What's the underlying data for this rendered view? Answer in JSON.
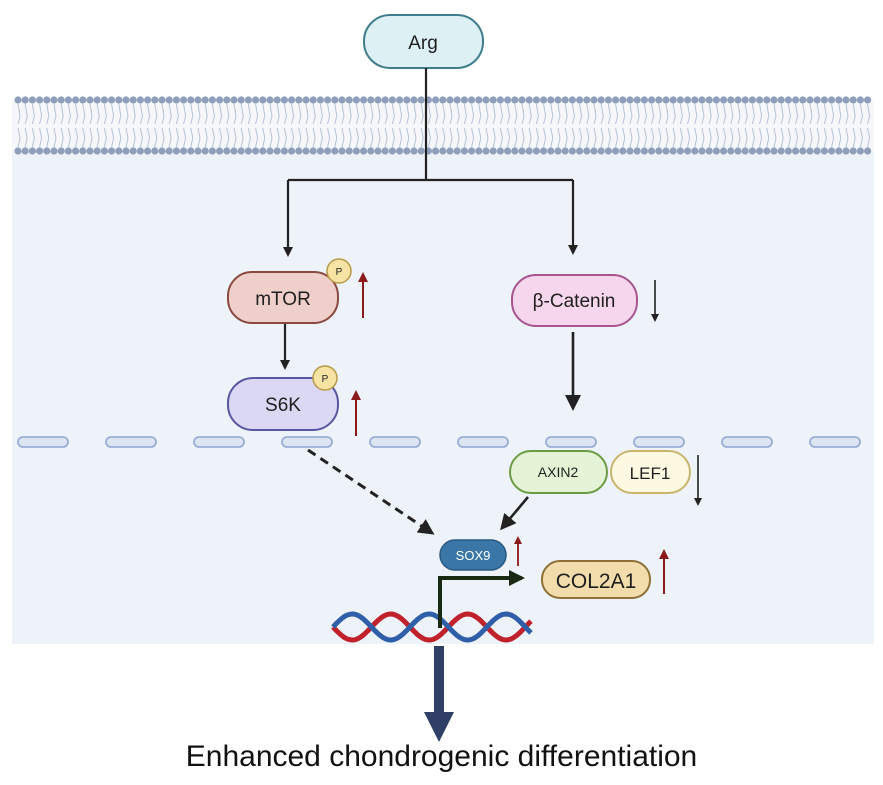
{
  "ligand": "Arg",
  "nodes": {
    "mtor": "mTOR",
    "s6k": "S6K",
    "beta_catenin": "β-Catenin",
    "axin2": "AXIN2",
    "lef1": "LEF1",
    "sox9": "SOX9",
    "col2a1": "COL2A1"
  },
  "phospho_label": "P",
  "regulation": {
    "mtor": "up",
    "s6k": "up",
    "beta_catenin": "down",
    "axin2_lef1": "down",
    "sox9": "up",
    "col2a1": "up"
  },
  "outcome": "Enhanced chondrogenic differentiation",
  "colors": {
    "cytoplasm": "#eef2f9",
    "membrane_head": "#8f9fbb",
    "arg_fill": "#ddf0f4",
    "arg_stroke": "#3f7d8c",
    "mtor_fill": "#eecfca",
    "mtor_stroke": "#8a4a40",
    "s6k_fill": "#dad8f2",
    "s6k_stroke": "#5a57a0",
    "catenin_fill": "#f6d6ec",
    "catenin_stroke": "#a65590",
    "axin2_fill": "#e4f3d6",
    "axin2_stroke": "#6c9b45",
    "lef1_fill": "#fdf8e2",
    "lef1_stroke": "#c9b56c",
    "sox9_fill": "#3b77a6",
    "col2a1_fill": "#f3dcab",
    "col2a1_stroke": "#8e7038",
    "phospho_fill": "#f7e3a4",
    "up_arrow": "#8b1a1a",
    "down_arrow": "#222222",
    "dna_red": "#c0212b",
    "dna_blue": "#2f5fa8",
    "outcome_arrow": "#2f3f66"
  }
}
